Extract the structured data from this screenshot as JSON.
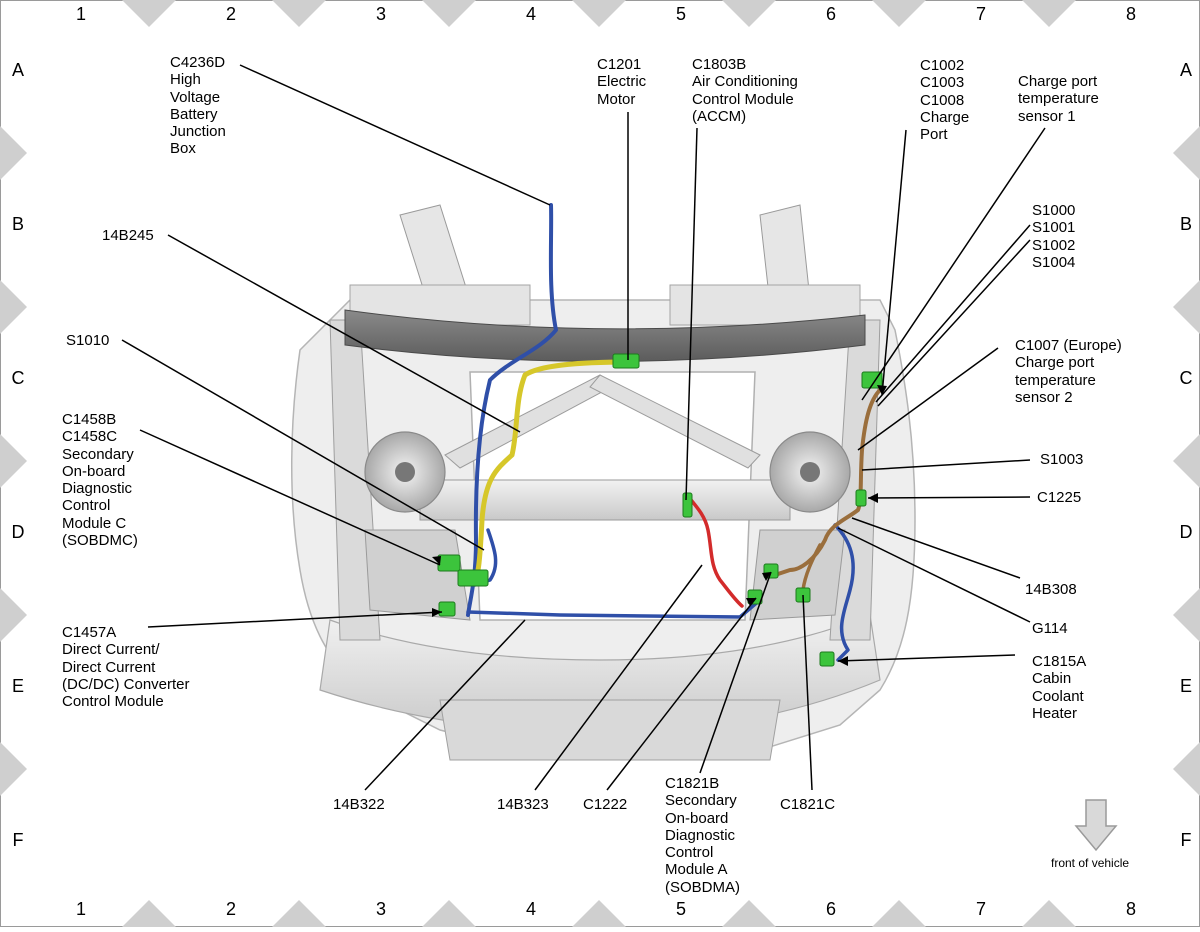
{
  "grid": {
    "columns": [
      "1",
      "2",
      "3",
      "4",
      "5",
      "6",
      "7",
      "8"
    ],
    "rows": [
      "A",
      "B",
      "C",
      "D",
      "E",
      "F"
    ]
  },
  "labels": {
    "c4236d": "C4236D\nHigh\nVoltage\nBattery\nJunction\nBox",
    "c1201": "C1201\nElectric\nMotor",
    "c1803b": "C1803B\nAir Conditioning\nControl Module\n(ACCM)",
    "c1002": "C1002\nC1003\nC1008\nCharge\nPort",
    "charge_port_sensor_1": "Charge port\ntemperature\nsensor 1",
    "s1000": "S1000\nS1001\nS1002\nS1004",
    "c1007": "C1007 (Europe)\nCharge port\ntemperature\nsensor 2",
    "s1003": "S1003",
    "c1225": "C1225",
    "14b308": "14B308",
    "g114": "G114",
    "c1815a": "C1815A\nCabin\nCoolant\nHeater",
    "14b245": "14B245",
    "s1010": "S1010",
    "c1458b": "C1458B\nC1458C\nSecondary\nOn-board\nDiagnostic\nControl\nModule C\n(SOBDMC)",
    "c1457a": "C1457A\nDirect Current/\nDirect Current\n(DC/DC) Converter\nControl Module",
    "14b322": "14B322",
    "14b323": "14B323",
    "c1222": "C1222",
    "c1821b": "C1821B\nSecondary\nOn-board\nDiagnostic\nControl\nModule A\n(SOBDMA)",
    "c1821c": "C1821C",
    "front_of_vehicle": "front of vehicle"
  },
  "colors": {
    "blue_wire": "#2f4fa8",
    "yellow_wire": "#d6c72a",
    "red_wire": "#d32b2b",
    "brown_wire": "#9a6e3c",
    "connector_green": "#3cc43c",
    "frame_gray": "#e2e2e2",
    "border_diamond": "#cfcfcf"
  }
}
